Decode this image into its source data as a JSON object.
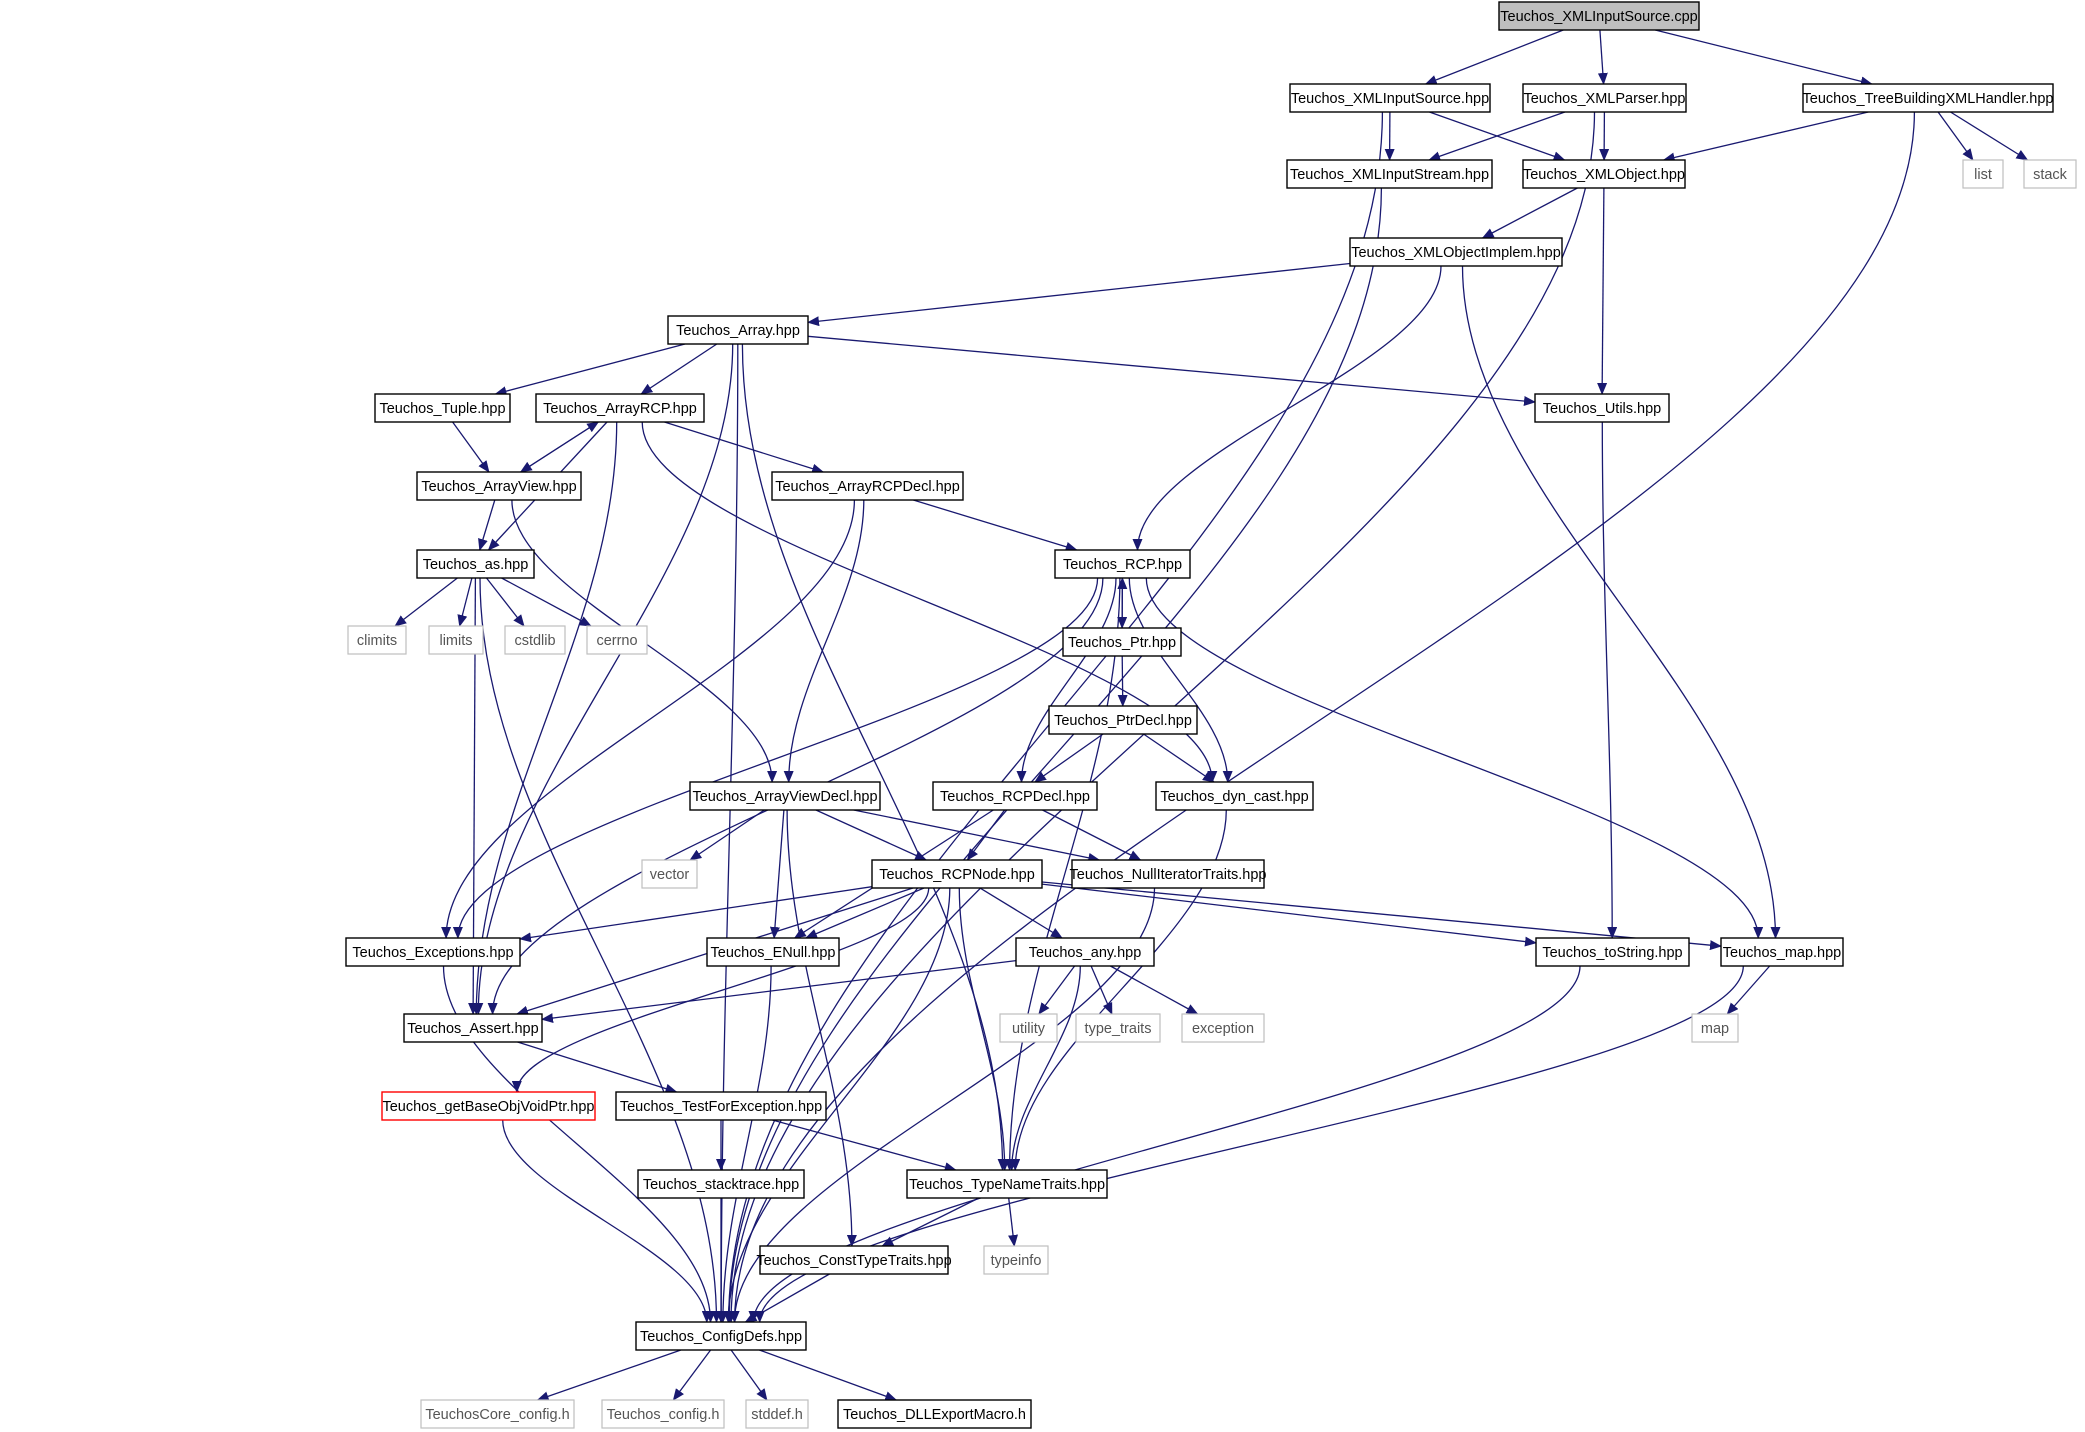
{
  "diagram": {
    "colors": {
      "edge": "#191970",
      "node_border": "#000000",
      "root_fill": "#bfbfbf",
      "system_border": "#bfbfbf",
      "missing_border": "#ff0000"
    },
    "nodes": [
      {
        "id": "n0",
        "label": "Teuchos_XMLInputSource.cpp",
        "kind": "root"
      },
      {
        "id": "n1",
        "label": "Teuchos_XMLInputSource.hpp",
        "kind": "file"
      },
      {
        "id": "n2",
        "label": "Teuchos_XMLParser.hpp",
        "kind": "file"
      },
      {
        "id": "n3",
        "label": "Teuchos_TreeBuildingXMLHandler.hpp",
        "kind": "file"
      },
      {
        "id": "n4",
        "label": "Teuchos_XMLInputStream.hpp",
        "kind": "file"
      },
      {
        "id": "n5",
        "label": "Teuchos_XMLObject.hpp",
        "kind": "file"
      },
      {
        "id": "n6",
        "label": "list",
        "kind": "system"
      },
      {
        "id": "n7",
        "label": "stack",
        "kind": "system"
      },
      {
        "id": "n8",
        "label": "Teuchos_XMLObjectImplem.hpp",
        "kind": "file"
      },
      {
        "id": "n9",
        "label": "Teuchos_Array.hpp",
        "kind": "file"
      },
      {
        "id": "n10",
        "label": "Teuchos_Tuple.hpp",
        "kind": "file"
      },
      {
        "id": "n11",
        "label": "Teuchos_ArrayRCP.hpp",
        "kind": "file"
      },
      {
        "id": "n12",
        "label": "Teuchos_Utils.hpp",
        "kind": "file"
      },
      {
        "id": "n13",
        "label": "Teuchos_ArrayView.hpp",
        "kind": "file"
      },
      {
        "id": "n14",
        "label": "Teuchos_ArrayRCPDecl.hpp",
        "kind": "file"
      },
      {
        "id": "n15",
        "label": "Teuchos_as.hpp",
        "kind": "file"
      },
      {
        "id": "n16",
        "label": "Teuchos_RCP.hpp",
        "kind": "file"
      },
      {
        "id": "n17",
        "label": "climits",
        "kind": "system"
      },
      {
        "id": "n18",
        "label": "limits",
        "kind": "system"
      },
      {
        "id": "n19",
        "label": "cstdlib",
        "kind": "system"
      },
      {
        "id": "n20",
        "label": "cerrno",
        "kind": "system"
      },
      {
        "id": "n21",
        "label": "Teuchos_Ptr.hpp",
        "kind": "file"
      },
      {
        "id": "n22",
        "label": "Teuchos_PtrDecl.hpp",
        "kind": "file"
      },
      {
        "id": "n23",
        "label": "Teuchos_ArrayViewDecl.hpp",
        "kind": "file"
      },
      {
        "id": "n24",
        "label": "Teuchos_RCPDecl.hpp",
        "kind": "file"
      },
      {
        "id": "n25",
        "label": "Teuchos_dyn_cast.hpp",
        "kind": "file"
      },
      {
        "id": "n26",
        "label": "vector",
        "kind": "system"
      },
      {
        "id": "n27",
        "label": "Teuchos_RCPNode.hpp",
        "kind": "file"
      },
      {
        "id": "n28",
        "label": "Teuchos_NullIteratorTraits.hpp",
        "kind": "file"
      },
      {
        "id": "n29",
        "label": "Teuchos_Exceptions.hpp",
        "kind": "file"
      },
      {
        "id": "n30",
        "label": "Teuchos_ENull.hpp",
        "kind": "file"
      },
      {
        "id": "n31",
        "label": "Teuchos_any.hpp",
        "kind": "file"
      },
      {
        "id": "n32",
        "label": "Teuchos_toString.hpp",
        "kind": "file"
      },
      {
        "id": "n33",
        "label": "Teuchos_map.hpp",
        "kind": "file"
      },
      {
        "id": "n34",
        "label": "Teuchos_Assert.hpp",
        "kind": "file"
      },
      {
        "id": "n35",
        "label": "utility",
        "kind": "system"
      },
      {
        "id": "n36",
        "label": "type_traits",
        "kind": "system"
      },
      {
        "id": "n37",
        "label": "exception",
        "kind": "system"
      },
      {
        "id": "n38",
        "label": "map",
        "kind": "system"
      },
      {
        "id": "n39",
        "label": "Teuchos_getBaseObjVoidPtr.hpp",
        "kind": "missing"
      },
      {
        "id": "n40",
        "label": "Teuchos_TestForException.hpp",
        "kind": "file"
      },
      {
        "id": "n41",
        "label": "Teuchos_stacktrace.hpp",
        "kind": "file"
      },
      {
        "id": "n42",
        "label": "Teuchos_TypeNameTraits.hpp",
        "kind": "file"
      },
      {
        "id": "n43",
        "label": "Teuchos_ConstTypeTraits.hpp",
        "kind": "file"
      },
      {
        "id": "n44",
        "label": "typeinfo",
        "kind": "system"
      },
      {
        "id": "n45",
        "label": "Teuchos_ConfigDefs.hpp",
        "kind": "file"
      },
      {
        "id": "n46",
        "label": "TeuchosCore_config.h",
        "kind": "system"
      },
      {
        "id": "n47",
        "label": "Teuchos_config.h",
        "kind": "system"
      },
      {
        "id": "n48",
        "label": "stddef.h",
        "kind": "system"
      },
      {
        "id": "n49",
        "label": "Teuchos_DLLExportMacro.h",
        "kind": "file"
      }
    ],
    "edges": [
      [
        "n0",
        "n1"
      ],
      [
        "n0",
        "n2"
      ],
      [
        "n0",
        "n3"
      ],
      [
        "n1",
        "n4"
      ],
      [
        "n1",
        "n5"
      ],
      [
        "n1",
        "n45"
      ],
      [
        "n2",
        "n4"
      ],
      [
        "n2",
        "n5"
      ],
      [
        "n2",
        "n45"
      ],
      [
        "n3",
        "n5"
      ],
      [
        "n3",
        "n6"
      ],
      [
        "n3",
        "n7"
      ],
      [
        "n3",
        "n45"
      ],
      [
        "n4",
        "n45"
      ],
      [
        "n5",
        "n8"
      ],
      [
        "n5",
        "n12"
      ],
      [
        "n8",
        "n9"
      ],
      [
        "n8",
        "n16"
      ],
      [
        "n8",
        "n33"
      ],
      [
        "n9",
        "n10"
      ],
      [
        "n9",
        "n11"
      ],
      [
        "n9",
        "n12"
      ],
      [
        "n9",
        "n34"
      ],
      [
        "n9",
        "n42"
      ],
      [
        "n9",
        "n45"
      ],
      [
        "n10",
        "n13"
      ],
      [
        "n11",
        "n13"
      ],
      [
        "n11",
        "n14"
      ],
      [
        "n11",
        "n15"
      ],
      [
        "n11",
        "n25"
      ],
      [
        "n11",
        "n34"
      ],
      [
        "n13",
        "n11"
      ],
      [
        "n13",
        "n15"
      ],
      [
        "n13",
        "n23"
      ],
      [
        "n14",
        "n16"
      ],
      [
        "n14",
        "n23"
      ],
      [
        "n14",
        "n29"
      ],
      [
        "n15",
        "n17"
      ],
      [
        "n15",
        "n18"
      ],
      [
        "n15",
        "n19"
      ],
      [
        "n15",
        "n20"
      ],
      [
        "n15",
        "n34"
      ],
      [
        "n15",
        "n45"
      ],
      [
        "n16",
        "n21"
      ],
      [
        "n16",
        "n24"
      ],
      [
        "n16",
        "n25"
      ],
      [
        "n16",
        "n29"
      ],
      [
        "n16",
        "n33"
      ],
      [
        "n16",
        "n34"
      ],
      [
        "n16",
        "n42"
      ],
      [
        "n21",
        "n16"
      ],
      [
        "n21",
        "n22"
      ],
      [
        "n22",
        "n24"
      ],
      [
        "n22",
        "n25"
      ],
      [
        "n23",
        "n26"
      ],
      [
        "n23",
        "n27"
      ],
      [
        "n23",
        "n28"
      ],
      [
        "n23",
        "n30"
      ],
      [
        "n23",
        "n43"
      ],
      [
        "n24",
        "n27"
      ],
      [
        "n24",
        "n28"
      ],
      [
        "n24",
        "n30"
      ],
      [
        "n25",
        "n42"
      ],
      [
        "n27",
        "n29"
      ],
      [
        "n27",
        "n30"
      ],
      [
        "n27",
        "n31"
      ],
      [
        "n27",
        "n32"
      ],
      [
        "n27",
        "n33"
      ],
      [
        "n27",
        "n34"
      ],
      [
        "n27",
        "n39"
      ],
      [
        "n27",
        "n42"
      ],
      [
        "n27",
        "n45"
      ],
      [
        "n28",
        "n45"
      ],
      [
        "n29",
        "n45"
      ],
      [
        "n30",
        "n45"
      ],
      [
        "n31",
        "n34"
      ],
      [
        "n31",
        "n35"
      ],
      [
        "n31",
        "n36"
      ],
      [
        "n31",
        "n37"
      ],
      [
        "n31",
        "n42"
      ],
      [
        "n32",
        "n45"
      ],
      [
        "n33",
        "n38"
      ],
      [
        "n33",
        "n45"
      ],
      [
        "n34",
        "n40"
      ],
      [
        "n39",
        "n45"
      ],
      [
        "n40",
        "n41"
      ],
      [
        "n40",
        "n42"
      ],
      [
        "n41",
        "n45"
      ],
      [
        "n42",
        "n43"
      ],
      [
        "n42",
        "n44"
      ],
      [
        "n43",
        "n45"
      ],
      [
        "n12",
        "n32"
      ],
      [
        "n45",
        "n46"
      ],
      [
        "n45",
        "n47"
      ],
      [
        "n45",
        "n48"
      ],
      [
        "n45",
        "n49"
      ]
    ]
  }
}
